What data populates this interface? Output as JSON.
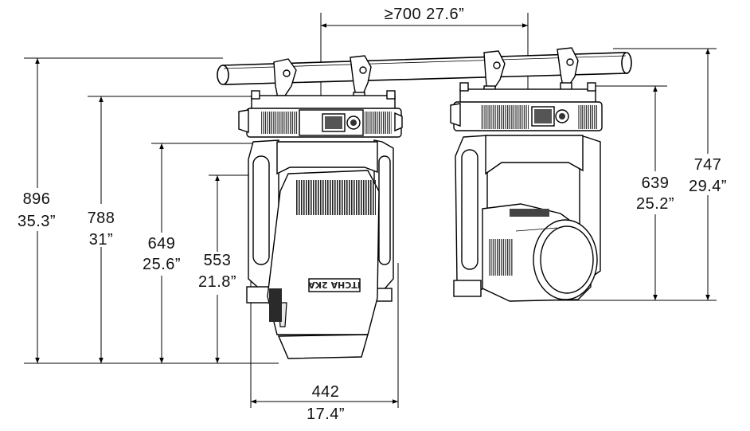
{
  "dimensions": {
    "max_width_clearance": "≥700  27.6”",
    "height_total_mm": "896",
    "height_total_in": "35.3”",
    "height_788_mm": "788",
    "height_788_in": "31”",
    "height_649_mm": "649",
    "height_649_in": "25.6”",
    "height_553_mm": "553",
    "height_553_in": "21.8”",
    "width_mm": "442",
    "width_in": "17.4”",
    "height_639_mm": "639",
    "height_639_in": "25.2”",
    "height_747_mm": "747",
    "height_747_in": "29.4”"
  },
  "fixture_label": "ITCHA 2KA",
  "colors": {
    "line": "#000000",
    "background": "#ffffff",
    "shade": "#e8e8e8"
  }
}
